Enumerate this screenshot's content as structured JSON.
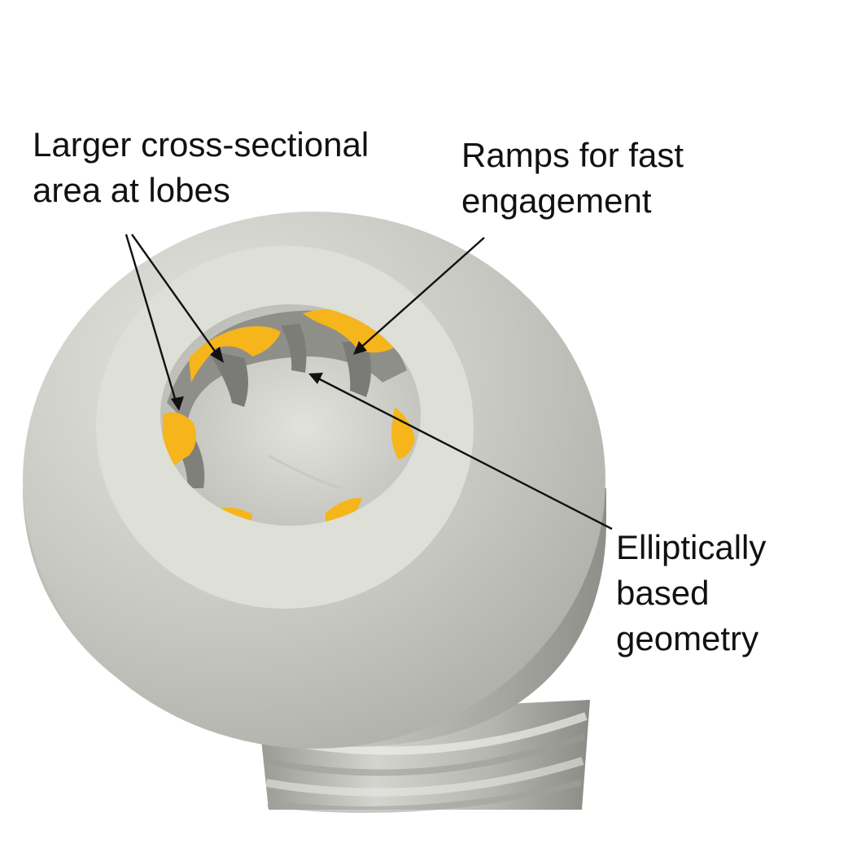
{
  "colors": {
    "background": "#ffffff",
    "screw_metal": "#c4c4be",
    "screw_face": "#dedfd7",
    "highlight_yellow": "#f5b51b",
    "text": "#111111"
  },
  "annotations": {
    "lobes": {
      "line1": "Larger cross-sectional",
      "line2": "area at lobes"
    },
    "ramps": {
      "line1": "Ramps for fast",
      "line2": "engagement"
    },
    "geometry": {
      "line1": "Elliptically",
      "line2": "based",
      "line3": "geometry"
    }
  }
}
